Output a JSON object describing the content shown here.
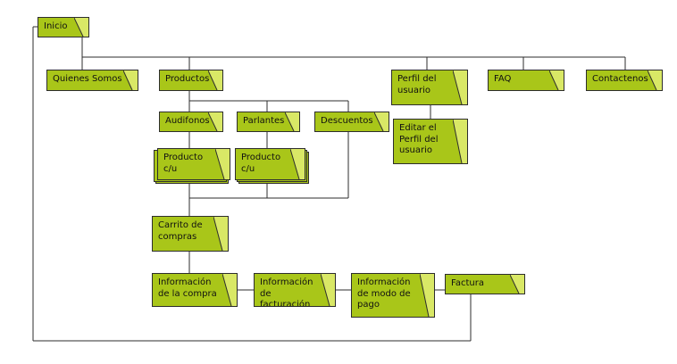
{
  "colors": {
    "box_fill": "#a9c619",
    "tab_fill": "#d9e866",
    "line": "#2d2d2d",
    "background": "#ffffff"
  },
  "nodes": {
    "inicio": "Inicio",
    "quienes_somos": "Quienes Somos",
    "productos": "Productos",
    "perfil_usuario": "Perfil del\nusuario",
    "faq": "FAQ",
    "contactenos": "Contactenos",
    "audifonos": "Audifonos",
    "parlantes": "Parlantes",
    "descuentos": "Descuentos",
    "editar_perfil": "Editar el\nPerfil del\nusuario",
    "producto_cu_1": "Producto\nc/u",
    "producto_cu_2": "Producto\nc/u",
    "carrito": "Carrito de\ncompras",
    "info_compra": "Información\nde la compra",
    "info_facturacion": "Información\nde facturación",
    "info_modo_pago": "Información\nde modo de\npago",
    "factura": "Factura"
  }
}
